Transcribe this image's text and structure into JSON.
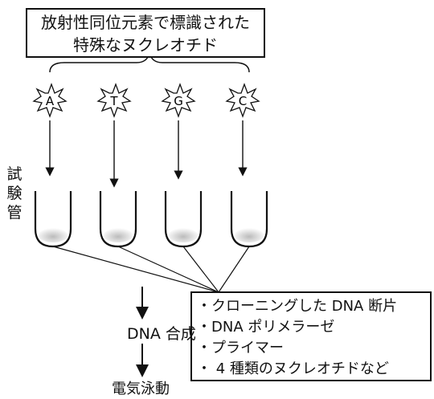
{
  "title": {
    "line1": "放射性同位元素で標識された",
    "line2": "特殊なヌクレオチド"
  },
  "nucleotides": [
    "A",
    "T",
    "G",
    "C"
  ],
  "tube_label": [
    "試",
    "験",
    "管"
  ],
  "reagents": [
    "・クローニングした DNA 断片",
    "・DNA ポリメラーゼ",
    "・プライマー",
    "・ 4 種類のヌクレオチドなど"
  ],
  "steps": {
    "synthesis": "DNA 合成",
    "electrophoresis": "電気泳動"
  }
}
